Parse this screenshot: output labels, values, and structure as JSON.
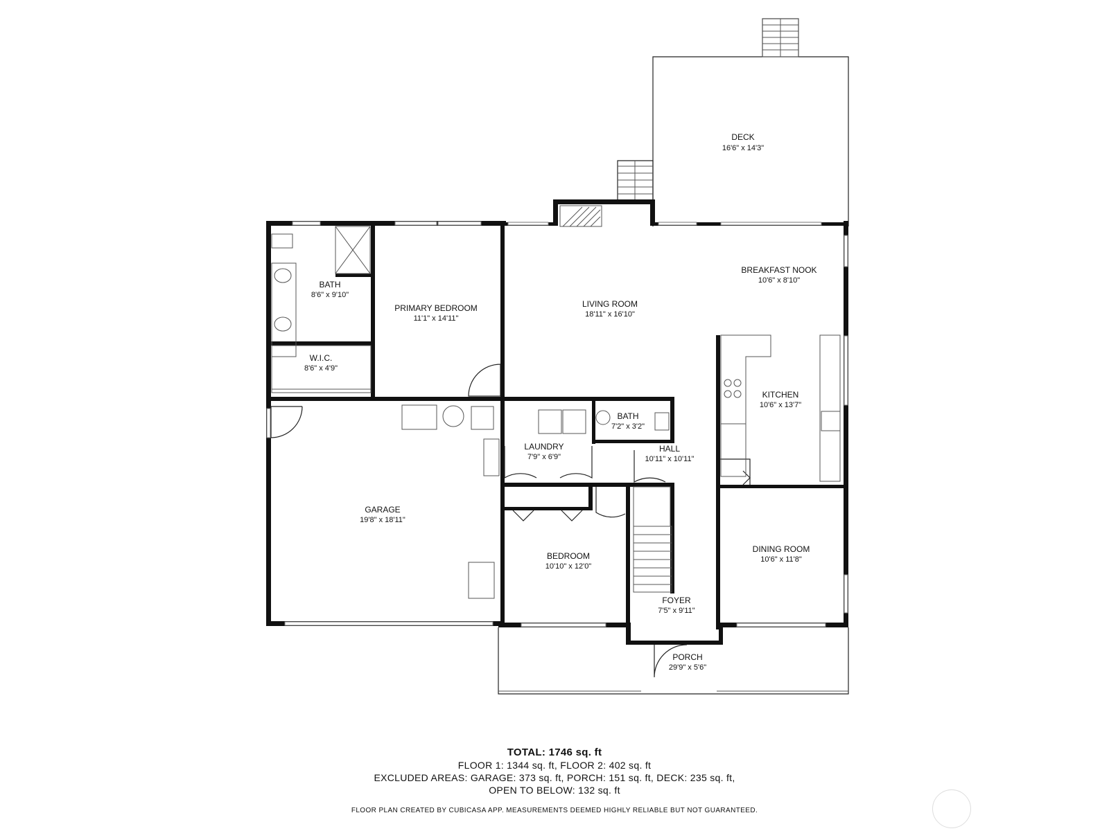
{
  "rooms": {
    "deck": {
      "name": "DECK",
      "dims": "16'6\" x 14'3\""
    },
    "breakfast_nook": {
      "name": "BREAKFAST NOOK",
      "dims": "10'6\" x 8'10\""
    },
    "living_room": {
      "name": "LIVING ROOM",
      "dims": "18'11\" x 16'10\""
    },
    "bath_primary": {
      "name": "BATH",
      "dims": "8'6\" x 9'10\""
    },
    "primary_bedroom": {
      "name": "PRIMARY BEDROOM",
      "dims": "11'1\" x 14'11\""
    },
    "wic": {
      "name": "W.I.C.",
      "dims": "8'6\" x 4'9\""
    },
    "kitchen": {
      "name": "KITCHEN",
      "dims": "10'6\" x 13'7\""
    },
    "bath_half": {
      "name": "BATH",
      "dims": "7'2\" x 3'2\""
    },
    "laundry": {
      "name": "LAUNDRY",
      "dims": "7'9\" x 6'9\""
    },
    "hall": {
      "name": "HALL",
      "dims": "10'11\" x 10'11\""
    },
    "garage": {
      "name": "GARAGE",
      "dims": "19'8\" x 18'11\""
    },
    "dining_room": {
      "name": "DINING ROOM",
      "dims": "10'6\" x 11'8\""
    },
    "bedroom": {
      "name": "BEDROOM",
      "dims": "10'10\" x 12'0\""
    },
    "foyer": {
      "name": "FOYER",
      "dims": "7'5\" x 9'11\""
    },
    "porch": {
      "name": "PORCH",
      "dims": "29'9\" x 5'6\""
    }
  },
  "summary": {
    "total": "TOTAL: 1746 sq. ft",
    "floors": "FLOOR 1: 1344 sq. ft, FLOOR 2: 402 sq. ft",
    "excluded": "EXCLUDED AREAS: GARAGE: 373 sq. ft, PORCH: 151 sq. ft, DECK: 235 sq. ft,",
    "open_below": "OPEN TO BELOW: 132 sq. ft"
  },
  "disclaimer": "FLOOR PLAN CREATED BY CUBICASA APP. MEASUREMENTS DEEMED HIGHLY RELIABLE BUT NOT GUARANTEED."
}
